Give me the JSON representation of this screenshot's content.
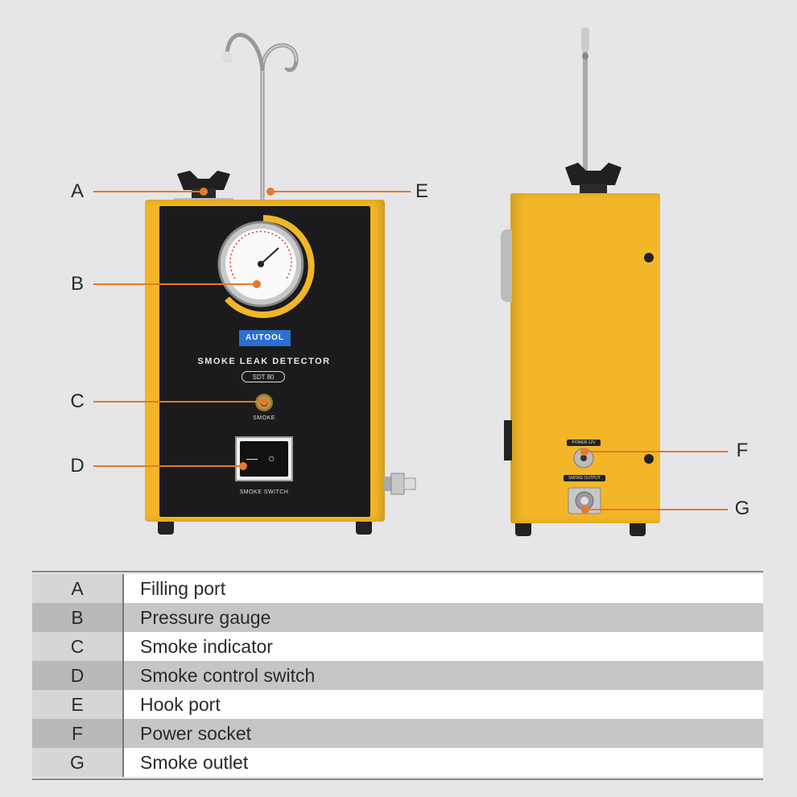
{
  "device": {
    "brand": "AUTOOL",
    "title": "SMOKE LEAK DETECTOR",
    "model": "SDT 80",
    "smoke_label": "SMOKE",
    "switch_label": "SMOKE SWITCH",
    "switch_off_symbol": "○",
    "switch_on_symbol": "—",
    "power_label": "POWER 12V",
    "outlet_label": "SMOKE OUTPUT"
  },
  "callouts": [
    "A",
    "B",
    "C",
    "D",
    "E",
    "F",
    "G"
  ],
  "legend": [
    {
      "key": "A",
      "label": "Filling port"
    },
    {
      "key": "B",
      "label": "Pressure gauge"
    },
    {
      "key": "C",
      "label": "Smoke indicator"
    },
    {
      "key": "D",
      "label": "Smoke control switch"
    },
    {
      "key": "E",
      "label": "Hook port"
    },
    {
      "key": "F",
      "label": "Power socket"
    },
    {
      "key": "G",
      "label": "Smoke outlet"
    }
  ],
  "colors": {
    "accent": "#e8782a",
    "body_yellow": "#f2b628",
    "panel_black": "#1b1b1d"
  }
}
